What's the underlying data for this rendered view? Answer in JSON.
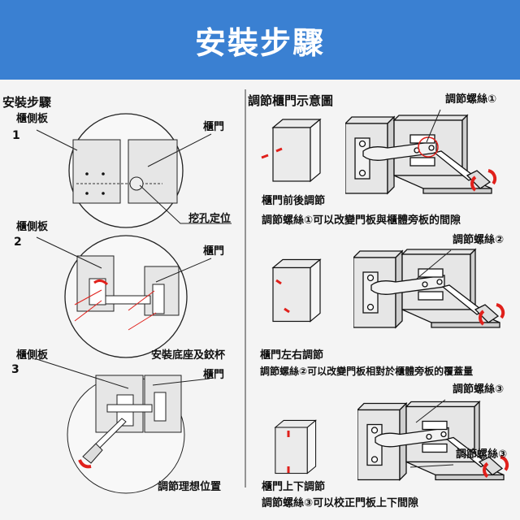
{
  "header": {
    "title": "安裝步驟"
  },
  "left": {
    "title": "安裝步驟",
    "steps": [
      {
        "number": "1",
        "side_panel": "櫃側板",
        "door": "櫃門",
        "note": "挖孔定位"
      },
      {
        "number": "2",
        "side_panel": "櫃側板",
        "door": "櫃門",
        "note": "安裝底座及鉸杯"
      },
      {
        "number": "3",
        "side_panel": "櫃側板",
        "door": "櫃門",
        "note": "調節理想位置"
      }
    ]
  },
  "right": {
    "title": "調節櫃門示意圖",
    "adjustments": [
      {
        "screw": "調節螺絲①",
        "heading": "櫃門前後調節",
        "description": "調節螺絲①可以改變門板與櫃體旁板的間隙"
      },
      {
        "screw": "調節螺絲②",
        "heading": "櫃門左右調節",
        "description": "調節螺絲②可以改變門板相對於櫃體旁板的覆蓋量"
      },
      {
        "screw": "調節螺絲③",
        "screw2": "調節螺絲③",
        "heading": "櫃門上下調節",
        "description": "調節螺絲③可以校正門板上下間隙"
      }
    ]
  },
  "colors": {
    "header": "#3a80d2",
    "accent": "#e0201b",
    "background": "#f4f4f4"
  }
}
